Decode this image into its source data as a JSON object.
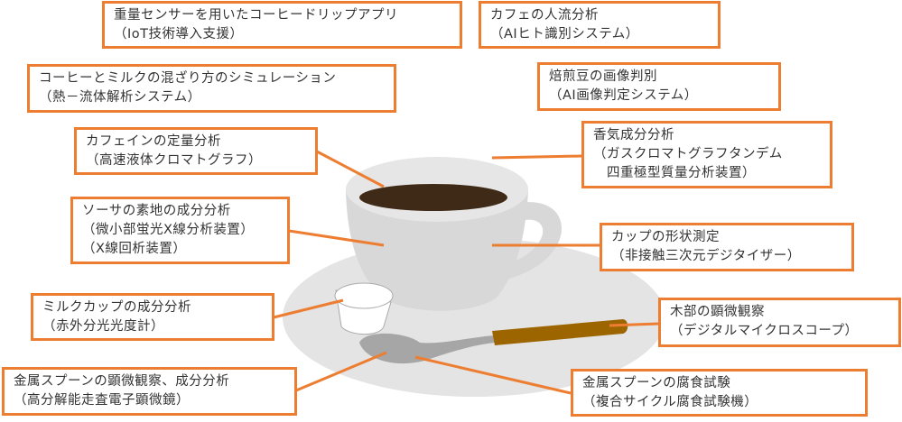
{
  "colors": {
    "accent": "#ed7d31",
    "saucer": "#e4e4e4",
    "cup": "#d8d8d8",
    "coffee": "#3f2a17",
    "spoon": "#a6a6a6",
    "wood": "#9c6500"
  },
  "labels": [
    {
      "id": "drip-app",
      "title": "重量センサーを用いたコーヒードリップアプリ",
      "detail": "（IoT技術導入支援）"
    },
    {
      "id": "cafe-traffic",
      "title": "カフェの人流分析",
      "detail": "（AIヒト識別システム）"
    },
    {
      "id": "mixing-sim",
      "title": "コーヒーとミルクの混ざり方のシミュレーション",
      "detail": "（熱－流体解析システム）"
    },
    {
      "id": "bean-image",
      "title": "焙煎豆の画像判別",
      "detail": "（AI画像判定システム）"
    },
    {
      "id": "caffeine",
      "title": "カフェインの定量分析",
      "detail": "（高速液体クロマトグラフ）"
    },
    {
      "id": "aroma",
      "title": "香気成分分析",
      "detail": "（ガスクロマトグラフタンデム",
      "detail2": "　四重極型質量分析装置）"
    },
    {
      "id": "saucer",
      "title": "ソーサの素地の成分分析",
      "detail": "（微小部蛍光X線分析装置）",
      "detail2": "（X線回析装置）"
    },
    {
      "id": "cup-shape",
      "title": "カップの形状測定",
      "detail": "（非接触三次元デジタイザー）"
    },
    {
      "id": "milk-cup",
      "title": "ミルクカップの成分分析",
      "detail": "（赤外分光光度計）"
    },
    {
      "id": "wood",
      "title": "木部の顕微観察",
      "detail": "（デジタルマイクロスコープ）"
    },
    {
      "id": "spoon-sem",
      "title": "金属スプーンの顕微観察、成分分析",
      "detail": "（高分解能走査電子顕微鏡）"
    },
    {
      "id": "spoon-corrosion",
      "title": "金属スプーンの腐食試験",
      "detail": "（複合サイクル腐食試験機）"
    }
  ]
}
